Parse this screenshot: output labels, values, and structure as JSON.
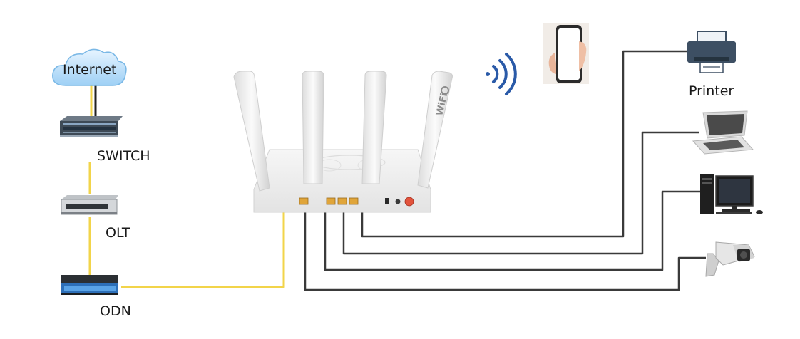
{
  "labels": {
    "internet": "Internet",
    "switch": "SWITCH",
    "olt": "OLT",
    "odn": "ODN",
    "printer": "Printer",
    "wifi_brand": "WiFi"
  },
  "colors": {
    "fiber": "#f2d44a",
    "ethernet": "#2b2b2b",
    "wifi_signal": "#2a5aa8",
    "router": "#efefef",
    "port": "#e0a53a"
  },
  "icons": [
    "cloud-icon",
    "switch-icon",
    "olt-icon",
    "odn-icon",
    "router-icon",
    "wifi-signal-icon",
    "smartphone-icon",
    "printer-icon",
    "laptop-icon",
    "desktop-icon",
    "camera-icon"
  ]
}
